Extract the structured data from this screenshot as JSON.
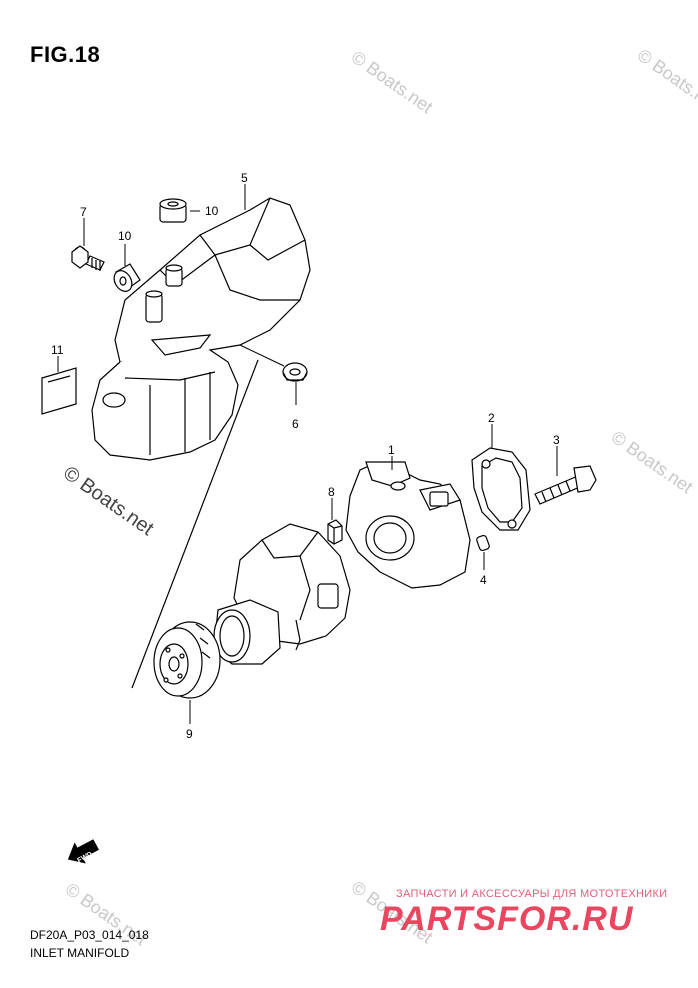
{
  "figure": {
    "title": "FIG.18",
    "code": "DF20A_P03_014_018",
    "caption": "INLET MANIFOLD"
  },
  "callouts": [
    "1",
    "2",
    "3",
    "4",
    "5",
    "6",
    "7",
    "8",
    "9",
    "10",
    "10",
    "11"
  ],
  "watermark": {
    "text": "© Boats.net",
    "color": "#c8c8c8"
  },
  "fwd_label": "FWD",
  "brand": {
    "tagline": "ЗАПЧАСТИ И АКСЕССУАРЫ ДЛЯ МОТОТЕХНИКИ",
    "logo": "PARTSFOR.RU",
    "color": "#e8475f"
  }
}
